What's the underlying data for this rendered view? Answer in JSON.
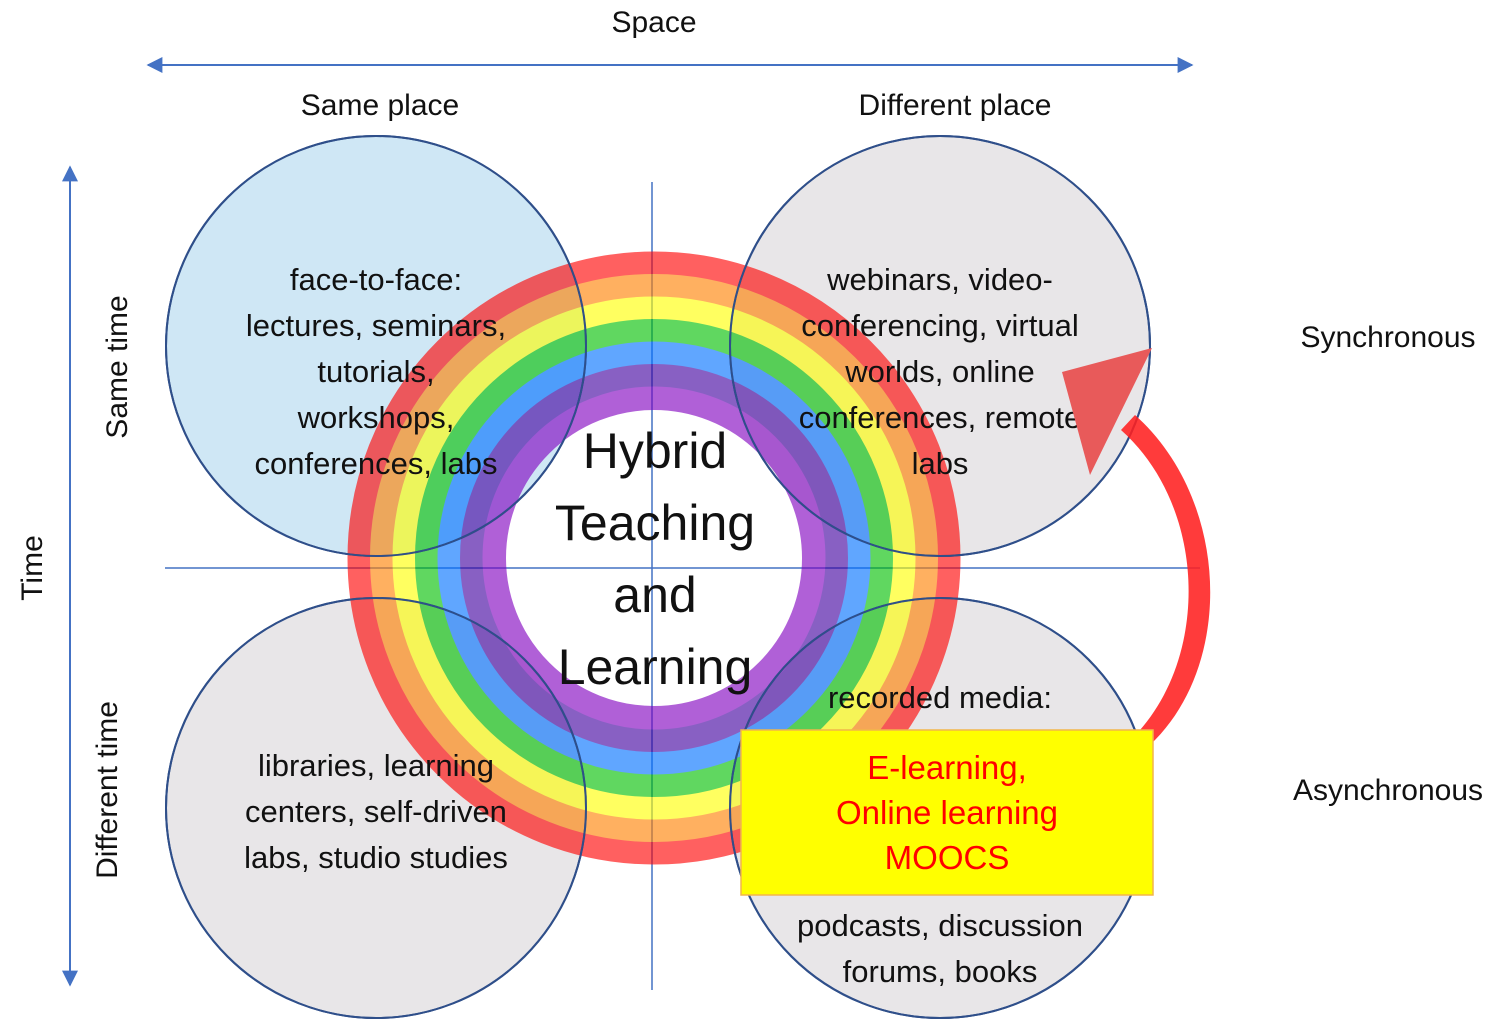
{
  "axes": {
    "space": "Space",
    "time": "Time"
  },
  "columns": {
    "same_place": "Same place",
    "different_place": "Different place"
  },
  "rows": {
    "same_time": "Same time",
    "different_time": "Different time"
  },
  "modes": {
    "synchronous": "Synchronous",
    "asynchronous": "Asynchronous"
  },
  "center": {
    "lines": [
      "Hybrid",
      "Teaching",
      "and",
      "Learning"
    ]
  },
  "quadrants": {
    "same_time_same_place": {
      "lines": [
        "face-to-face:",
        "lectures, seminars,",
        "tutorials,",
        "workshops,",
        "conferences, labs"
      ],
      "fill": "#cfe7f5"
    },
    "same_time_different_place": {
      "lines": [
        "webinars, video-",
        "conferencing, virtual",
        "worlds, online",
        "conferences, remote",
        "labs"
      ],
      "fill": "#e8e6e8"
    },
    "different_time_same_place": {
      "lines": [
        "libraries, learning",
        "centers, self-driven",
        "labs, studio studies"
      ],
      "fill": "#e8e6e8"
    },
    "different_time_different_place": {
      "lines": [
        "recorded media:",
        "",
        "",
        "",
        "podcasts, discussion",
        "forums, books"
      ],
      "fill": "#e8e6e8"
    }
  },
  "highlight": {
    "lines": [
      "E-learning,",
      "Online learning",
      "MOOCS"
    ],
    "fill": "#ffff00",
    "text_color": "#ff0000",
    "border_color": "#f2b64a"
  },
  "colors": {
    "axis_arrow": "#4472c4",
    "circle_stroke": "#2f4f8a",
    "curved_arrow": "#ff2020",
    "rainbow": [
      "#ff0000",
      "#ff8000",
      "#ffff00",
      "#00c000",
      "#0070ff",
      "#4000a0",
      "#8000c0"
    ]
  }
}
